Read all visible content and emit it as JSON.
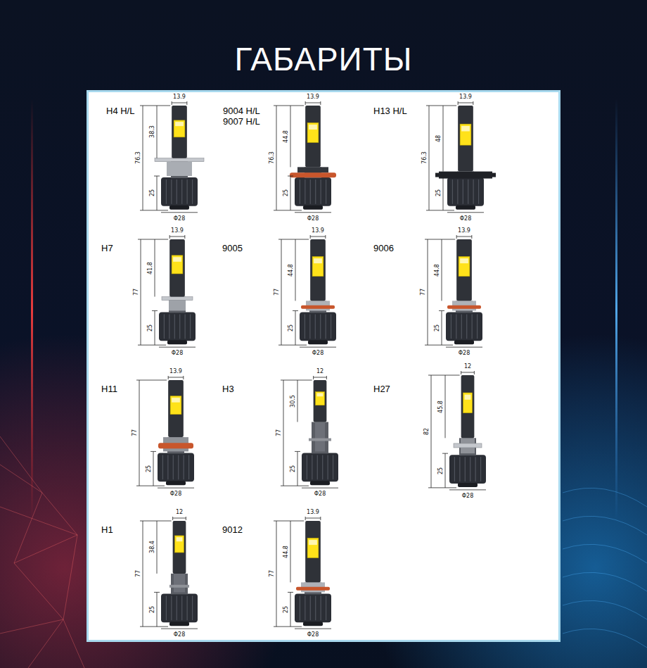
{
  "diagram": {
    "title": "ГАБАРИТЫ",
    "labels": [
      "H4 H/L",
      "13.9",
      "38.3",
      "76.3",
      "25",
      "Φ28",
      "9004 H/L",
      "9007 H/L",
      "13.9",
      "44.8",
      "76.3",
      "25",
      "Φ28",
      "H13 H/L",
      "13.9",
      "48",
      "76.3",
      "25",
      "Φ28",
      "H7",
      "13.9",
      "41.8",
      "77",
      "25",
      "Φ28",
      "9005",
      "13.9",
      "44.8",
      "77",
      "25",
      "Φ28",
      "9006",
      "13.9",
      "44.8",
      "77",
      "25",
      "Φ28",
      "H11",
      "13.9",
      "77",
      "25",
      "Φ28",
      "H3",
      "12",
      "30.5",
      "77",
      "25",
      "Φ28",
      "H27",
      "12",
      "45.8",
      "82",
      "25",
      "Φ28",
      "H1",
      "12",
      "38.4",
      "77",
      "25",
      "Φ28",
      "9012",
      "13.9",
      "44.8",
      "77",
      "25",
      "Φ28"
    ]
  }
}
